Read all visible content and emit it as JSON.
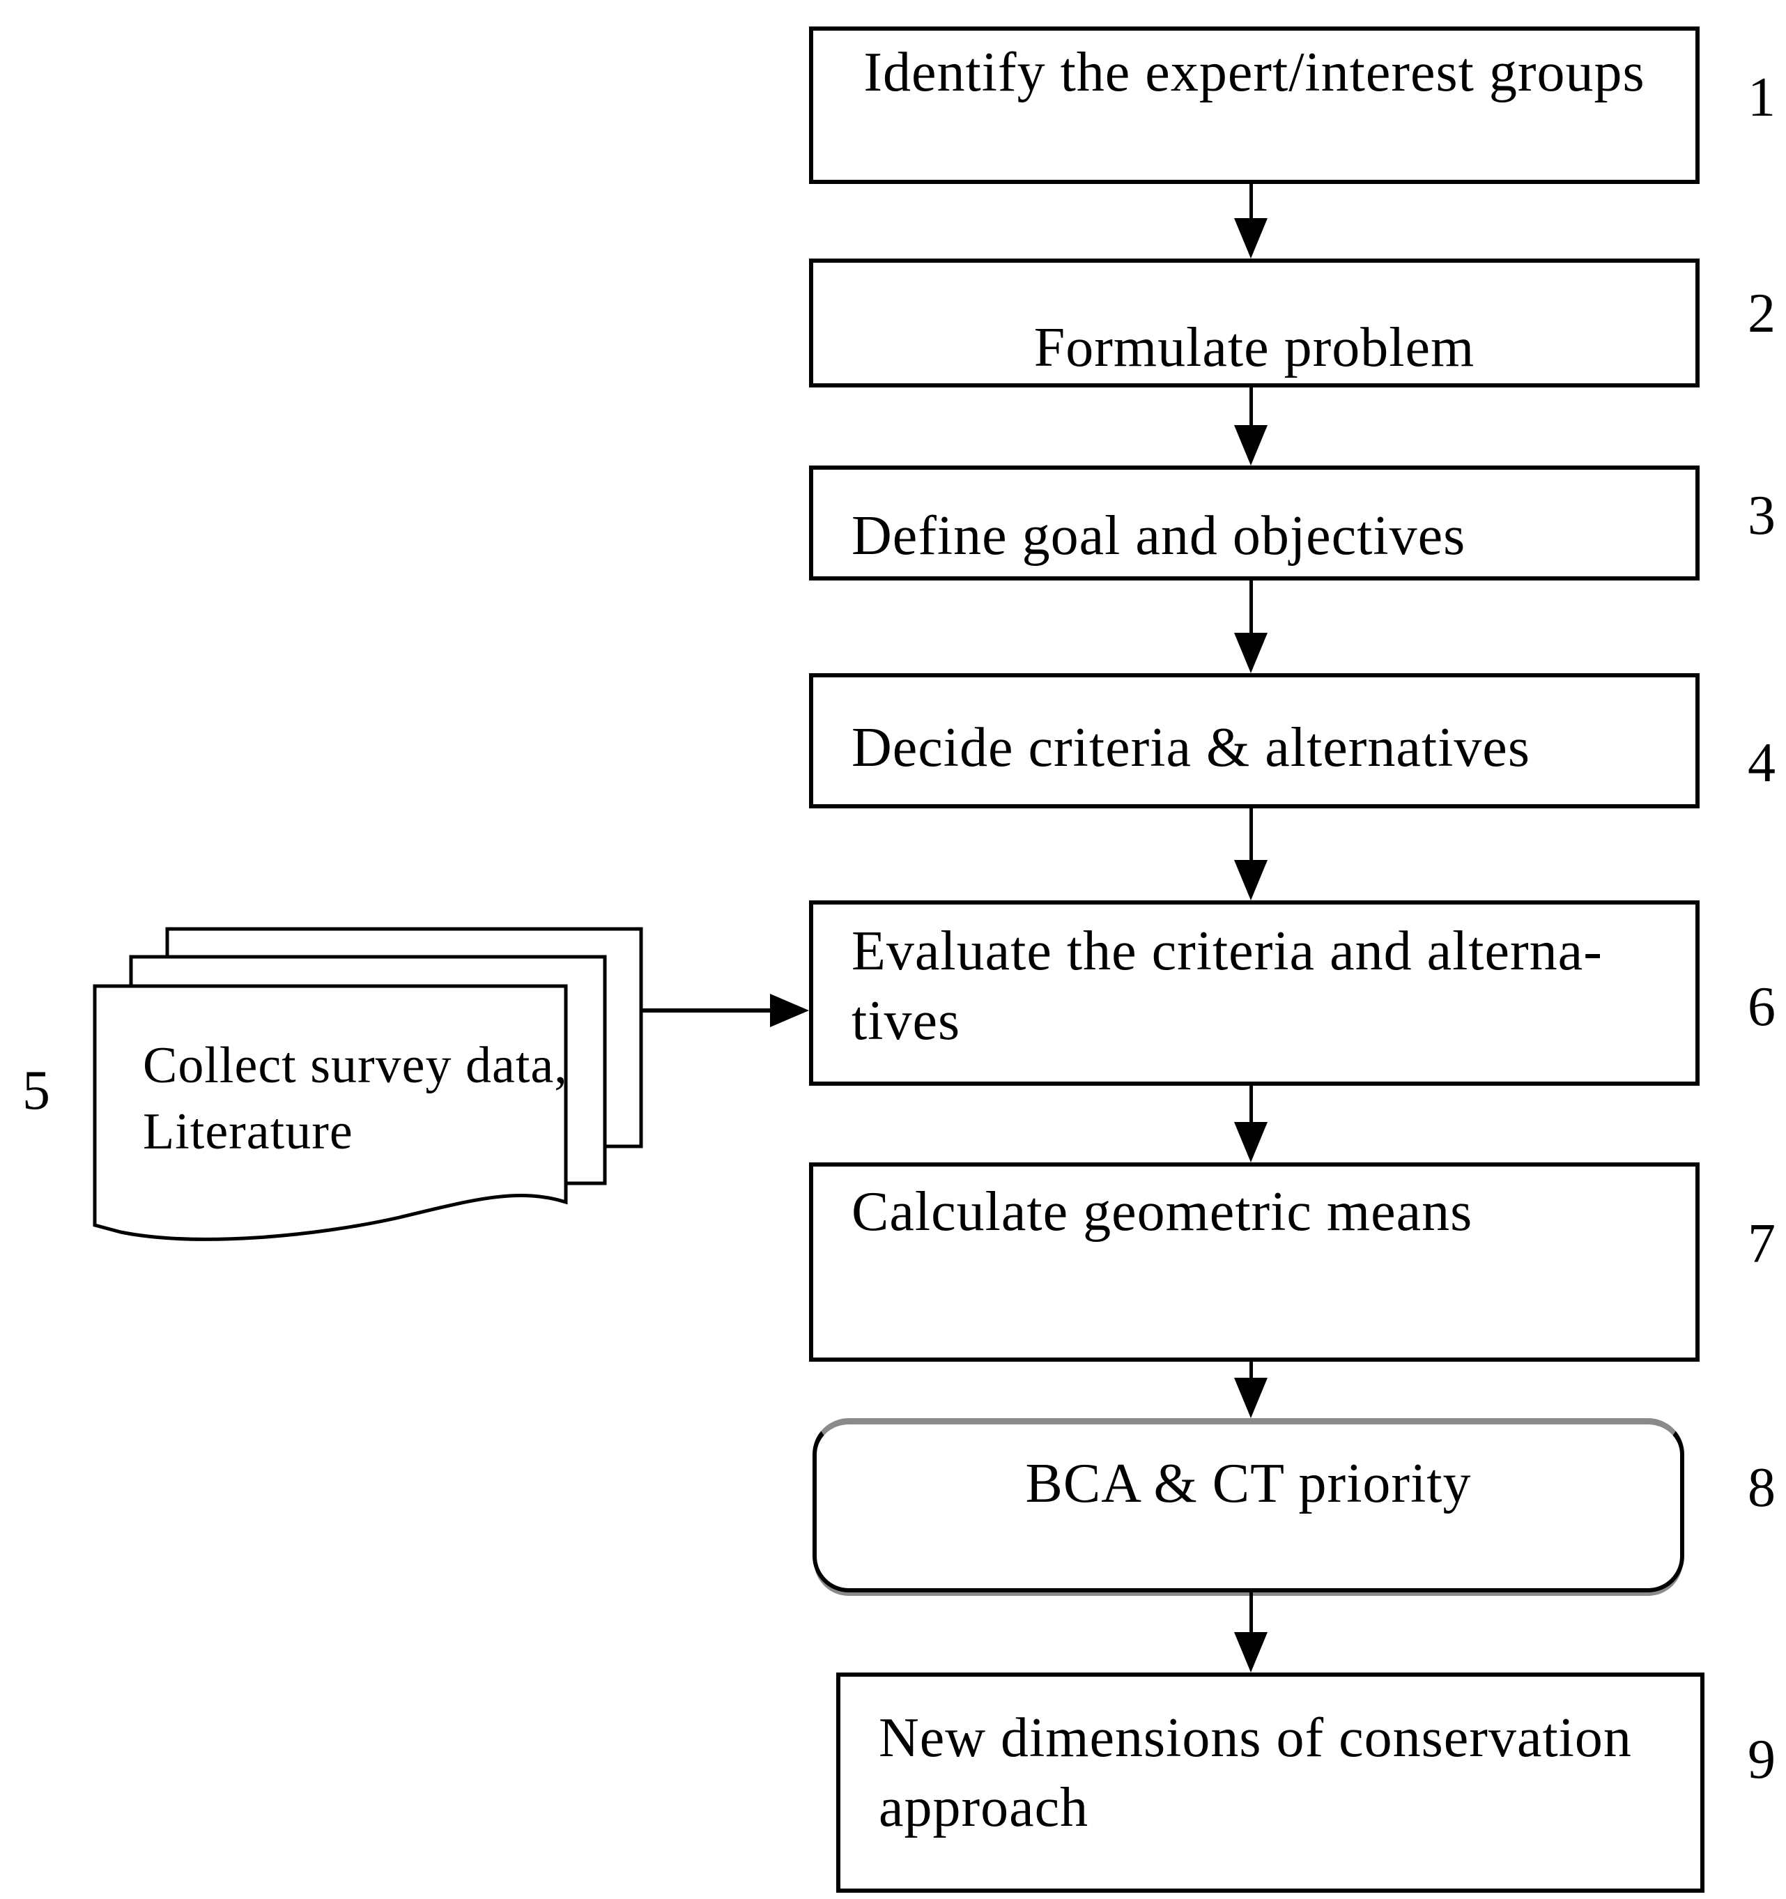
{
  "colors": {
    "ink": "#000000",
    "paper": "#ffffff",
    "shadow": "#8a8a8a"
  },
  "nodes": {
    "step1": {
      "number": "1",
      "lines": [
        "Identify the expert/interest groups"
      ]
    },
    "step2": {
      "number": "2",
      "lines": [
        "Formulate problem"
      ]
    },
    "step3": {
      "number": "3",
      "lines": [
        "Define goal and objectives"
      ]
    },
    "step4": {
      "number": "4",
      "lines": [
        "Decide criteria & alternatives"
      ]
    },
    "step5": {
      "number": "5",
      "lines": [
        "Collect survey data,",
        "Literature"
      ]
    },
    "step6": {
      "number": "6",
      "lines": [
        "Evaluate the criteria and alterna-",
        "tives"
      ]
    },
    "step7": {
      "number": "7",
      "lines": [
        "Calculate geometric means"
      ]
    },
    "step8": {
      "number": "8",
      "lines": [
        "BCA & CT priority"
      ]
    },
    "step9": {
      "number": "9",
      "lines": [
        "New dimensions of conservation",
        "approach"
      ]
    }
  }
}
